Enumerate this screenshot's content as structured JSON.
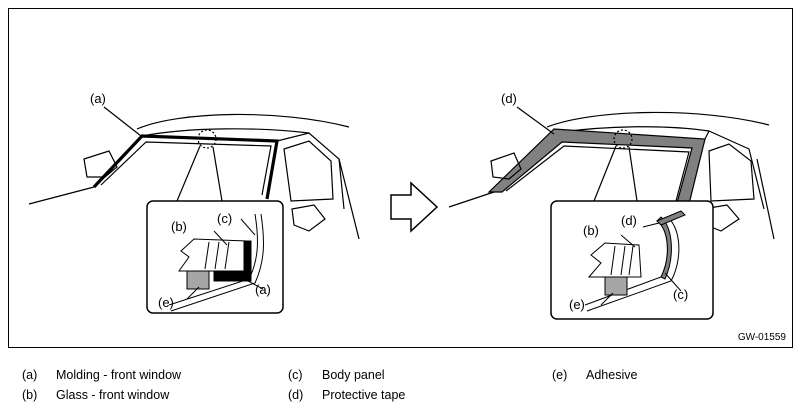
{
  "figure": {
    "figure_id": "GW-01559",
    "left_view": {
      "callouts": [
        "(a)",
        "(b)",
        "(c)",
        "(e)",
        "(a)"
      ]
    },
    "right_view": {
      "callouts": [
        "(d)",
        "(b)",
        "(d)",
        "(e)",
        "(c)"
      ]
    }
  },
  "legend": [
    {
      "key": "(a)",
      "text": "Molding - front window"
    },
    {
      "key": "(b)",
      "text": "Glass - front window"
    },
    {
      "key": "(c)",
      "text": "Body panel"
    },
    {
      "key": "(d)",
      "text": "Protective tape"
    },
    {
      "key": "(e)",
      "text": "Adhesive"
    }
  ],
  "colors": {
    "line": "#000000",
    "tape": "#808080",
    "adhesive": "#a6a6a6",
    "background": "#ffffff"
  },
  "icons": [
    "right-arrow-icon",
    "magnifier-circle-icon"
  ]
}
